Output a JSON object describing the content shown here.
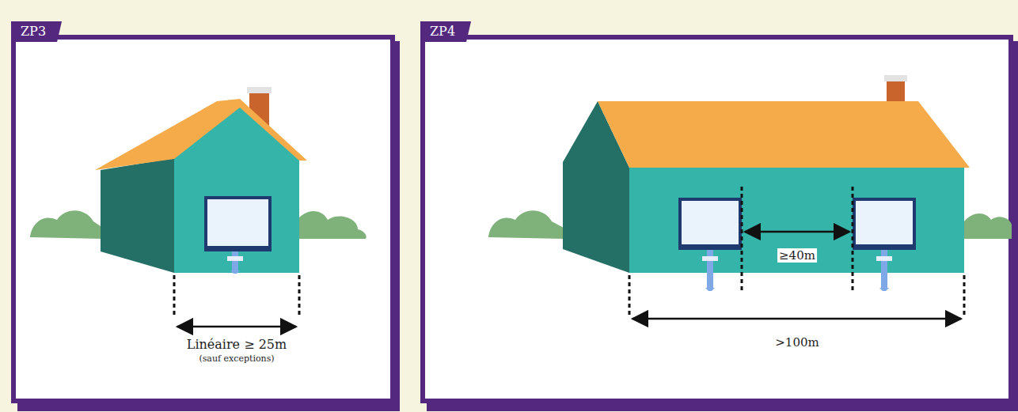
{
  "diagram": {
    "nodes": [
      {
        "text": [
          "ZP3"
        ]
      },
      {
        "text": [
          "ZP4"
        ]
      }
    ],
    "labels": [
      "Linéaire ≥ 25m",
      "(sauf exceptions)",
      "≥40m",
      ">100m"
    ]
  }
}
